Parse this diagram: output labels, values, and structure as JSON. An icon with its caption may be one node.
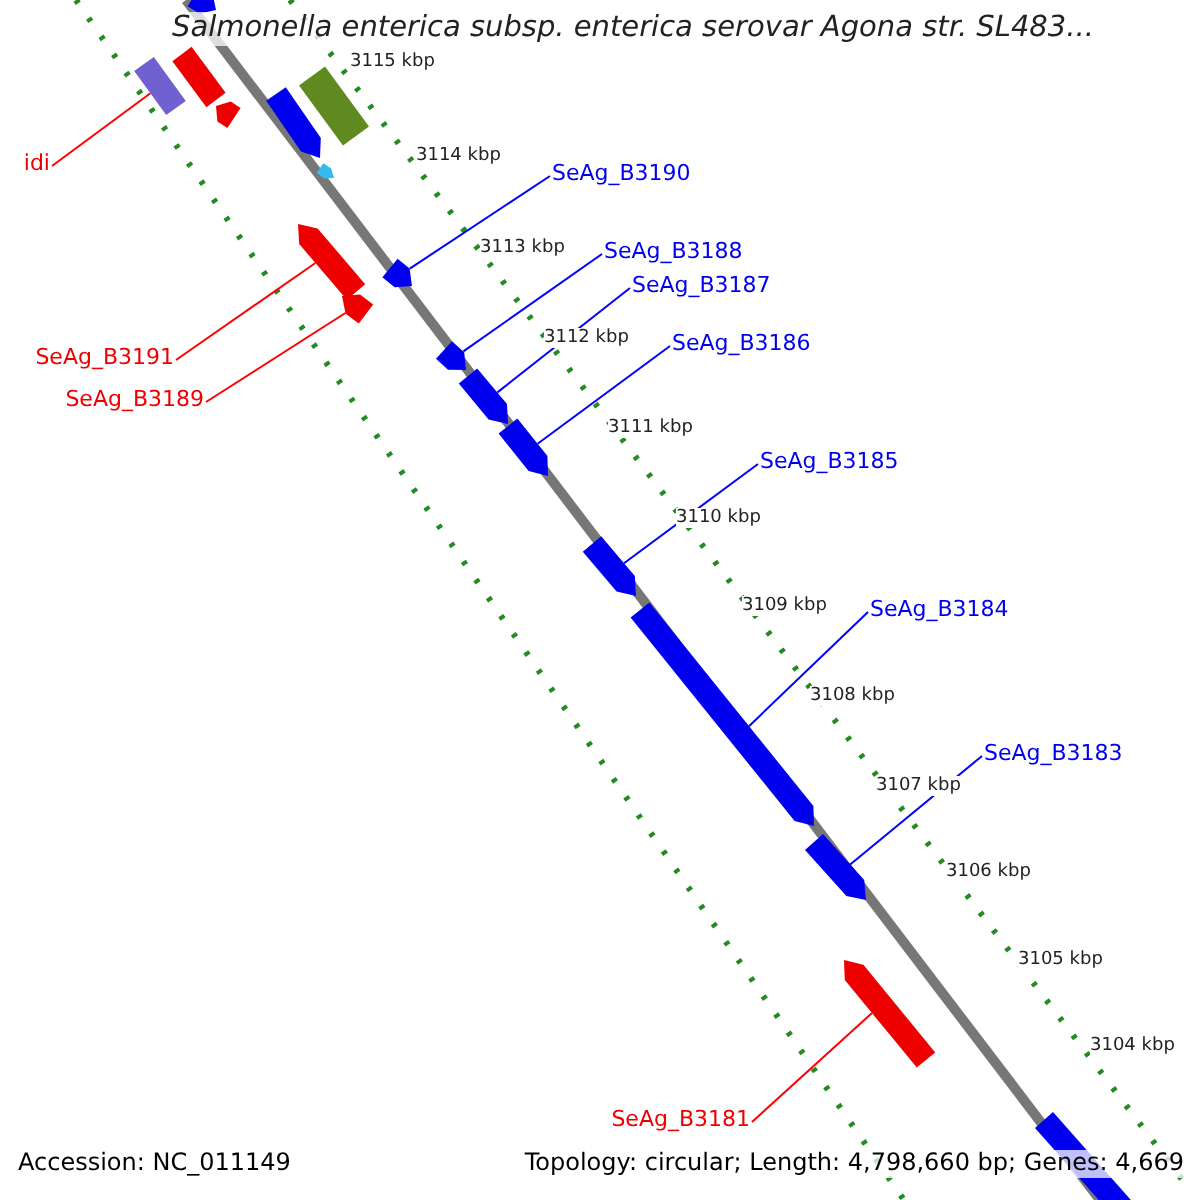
{
  "diagram": {
    "title": "Salmonella enterica subsp. enterica serovar Agona str. SL483...",
    "nodes": [
      {
        "text": [
          "idi"
        ]
      },
      {
        "text": [
          "SeAg_B3190"
        ]
      },
      {
        "text": [
          "SeAg_B3188"
        ]
      },
      {
        "text": [
          "SeAg_B3187"
        ]
      },
      {
        "text": [
          "SeAg_B3186"
        ]
      },
      {
        "text": [
          "SeAg_B3191"
        ]
      },
      {
        "text": [
          "SeAg_B3189"
        ]
      },
      {
        "text": [
          "SeAg_B3185"
        ]
      },
      {
        "text": [
          "SeAg_B3184"
        ]
      },
      {
        "text": [
          "SeAg_B3183"
        ]
      },
      {
        "text": [
          "SeAg_B3181"
        ]
      },
      {
        "text": [],
        "shape": "arrow"
      },
      {
        "text": [],
        "shape": "box"
      },
      {
        "text": [],
        "shape": "box"
      },
      {
        "text": [],
        "shape": "box"
      },
      {
        "text": [],
        "shape": "arrow"
      },
      {
        "text": [],
        "shape": "arrow"
      },
      {
        "text": [],
        "shape": "arrow"
      },
      {
        "text": [],
        "shape": "arrow"
      },
      {
        "text": [],
        "shape": "arrow"
      },
      {
        "text": [],
        "shape": "arrow"
      },
      {
        "text": [],
        "shape": "arrow"
      },
      {
        "text": [],
        "shape": "arrow"
      },
      {
        "text": [],
        "shape": "arrow"
      },
      {
        "text": [],
        "shape": "arrow"
      },
      {
        "text": [],
        "shape": "arrow"
      },
      {
        "text": [],
        "shape": "arrow"
      },
      {
        "text": [],
        "shape": "arrow"
      },
      {
        "text": [],
        "shape": "arrow"
      }
    ],
    "edges": [
      {
        "from": 0,
        "to": 13,
        "arrow": "none",
        "color": "#ff0000"
      },
      {
        "from": 1,
        "to": 19,
        "arrow": "none"
      },
      {
        "from": 2,
        "to": 21,
        "arrow": "none"
      },
      {
        "from": 3,
        "to": 22,
        "arrow": "none"
      },
      {
        "from": 4,
        "to": 23,
        "arrow": "none"
      },
      {
        "from": 5,
        "to": 18,
        "arrow": "none",
        "color": "#ff0000"
      },
      {
        "from": 6,
        "to": 20,
        "arrow": "none",
        "color": "#ff0000"
      },
      {
        "from": 7,
        "to": 24,
        "arrow": "none"
      },
      {
        "from": 8,
        "to": 25,
        "arrow": "none"
      },
      {
        "from": 9,
        "to": 26,
        "arrow": "none"
      },
      {
        "from": 10,
        "to": 27,
        "arrow": "none",
        "color": "#ff0000"
      }
    ],
    "labels": [
      "3115 kbp",
      "3114 kbp",
      "3113 kbp",
      "3112 kbp",
      "3111 kbp",
      "3110 kbp",
      "3109 kbp",
      "3108 kbp",
      "3107 kbp",
      "3106 kbp",
      "3105 kbp",
      "3104 kbp",
      "Accession: NC_011149",
      "Topology: circular; Length: 4,798,660 bp; Genes: 4,669"
    ]
  }
}
